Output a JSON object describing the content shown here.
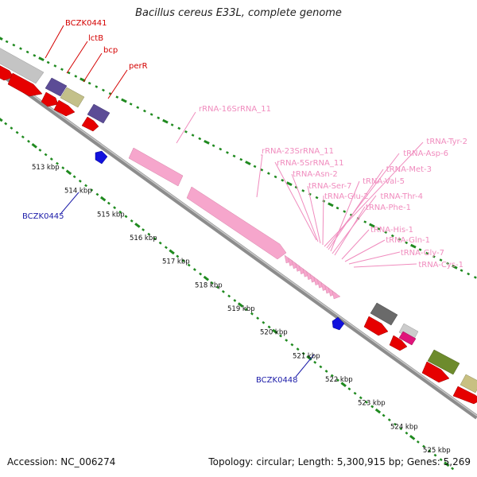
{
  "title": "Bacillus cereus E33L, complete genome",
  "footer": {
    "accession": "Accession: NC_006274",
    "summary": "Topology: circular; Length: 5,300,915 bp; Genes: 5,269"
  },
  "colors": {
    "backbone": "#8c8c8c",
    "tick": "#1f8a1f",
    "gene_label": "#d40000",
    "rna_label": "#f08cbe",
    "locus_label": "#1a1aa8"
  },
  "ticks": [
    "513 kbp",
    "514 kbp",
    "515 kbp",
    "516 kbp",
    "517 kbp",
    "518 kbp",
    "519 kbp",
    "520 kbp",
    "521 kbp",
    "522 kbp",
    "523 kbp",
    "524 kbp",
    "525 kbp"
  ],
  "gene_labels": [
    "BCZK0441",
    "lctB",
    "bcp",
    "perR"
  ],
  "rna_labels_left": [
    "rRNA-16SrRNA_11",
    "rRNA-23SrRNA_11",
    "rRNA-5SrRNA_11",
    "tRNA-Asn-2",
    "tRNA-Ser-7",
    "tRNA-Glu-2"
  ],
  "rna_labels_right": [
    "tRNA-Tyr-2",
    "tRNA-Asp-6",
    "tRNA-Met-3",
    "tRNA-Val-5",
    "tRNA-Thr-4",
    "tRNA-Phe-1",
    "tRNA-His-1",
    "tRNA-Gln-1",
    "tRNA-Gly-7",
    "tRNA-Cys-1"
  ],
  "locus_labels": [
    "BCZK0445",
    "BCZK0448"
  ]
}
